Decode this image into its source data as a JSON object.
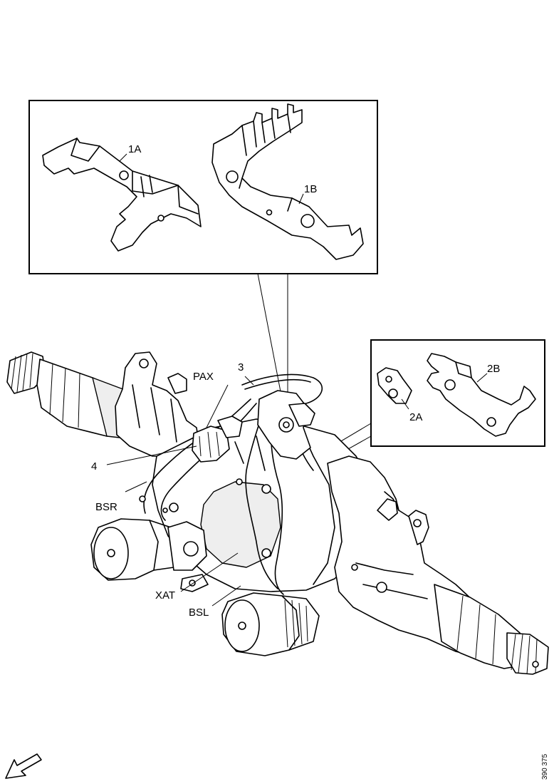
{
  "diagram": {
    "labels": {
      "l1A": "1A",
      "l1B": "1B",
      "l2A": "2A",
      "l2B": "2B",
      "l3": "3",
      "l4": "4",
      "lPAX": "PAX",
      "lBSR": "BSR",
      "lXAT": "XAT",
      "lBSL": "BSL"
    },
    "reference": "390 375",
    "icons": {
      "front": "direction-arrow-icon"
    }
  }
}
